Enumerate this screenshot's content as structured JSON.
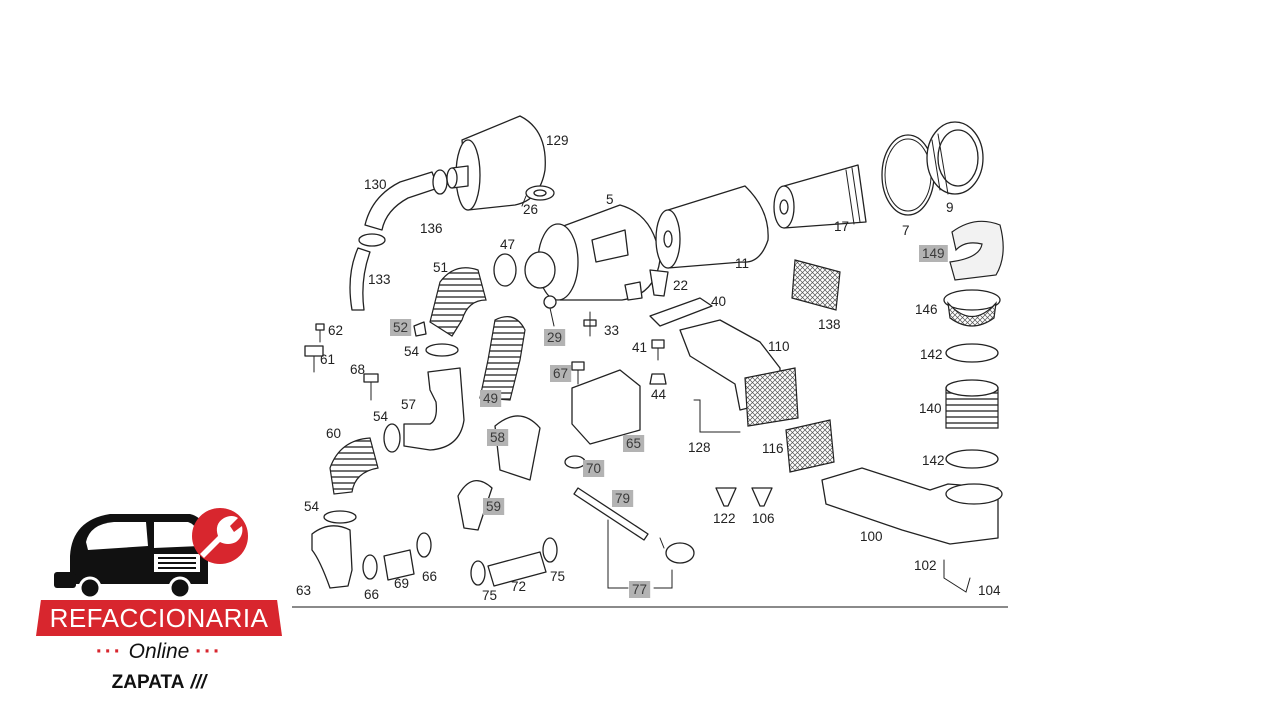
{
  "labels": [
    {
      "id": "129",
      "text": "129",
      "highlight": false
    },
    {
      "id": "130",
      "text": "130",
      "highlight": false
    },
    {
      "id": "136",
      "text": "136",
      "highlight": false
    },
    {
      "id": "26",
      "text": "26",
      "highlight": false
    },
    {
      "id": "5",
      "text": "5",
      "highlight": false
    },
    {
      "id": "11",
      "text": "11",
      "highlight": false
    },
    {
      "id": "17",
      "text": "17",
      "highlight": false
    },
    {
      "id": "7",
      "text": "7",
      "highlight": false
    },
    {
      "id": "9",
      "text": "9",
      "highlight": false
    },
    {
      "id": "149",
      "text": "149",
      "highlight": true
    },
    {
      "id": "133",
      "text": "133",
      "highlight": false
    },
    {
      "id": "47",
      "text": "47",
      "highlight": false
    },
    {
      "id": "51",
      "text": "51",
      "highlight": false
    },
    {
      "id": "22",
      "text": "22",
      "highlight": false
    },
    {
      "id": "40",
      "text": "40",
      "highlight": false
    },
    {
      "id": "138",
      "text": "138",
      "highlight": false
    },
    {
      "id": "146",
      "text": "146",
      "highlight": false
    },
    {
      "id": "62",
      "text": "62",
      "highlight": false
    },
    {
      "id": "52",
      "text": "52",
      "highlight": true
    },
    {
      "id": "29",
      "text": "29",
      "highlight": true
    },
    {
      "id": "33",
      "text": "33",
      "highlight": false
    },
    {
      "id": "61",
      "text": "61",
      "highlight": false
    },
    {
      "id": "54a",
      "text": "54",
      "highlight": false
    },
    {
      "id": "41",
      "text": "41",
      "highlight": false
    },
    {
      "id": "110",
      "text": "110",
      "highlight": false
    },
    {
      "id": "142a",
      "text": "142",
      "highlight": false
    },
    {
      "id": "68",
      "text": "68",
      "highlight": false
    },
    {
      "id": "67",
      "text": "67",
      "highlight": true
    },
    {
      "id": "44",
      "text": "44",
      "highlight": false
    },
    {
      "id": "57",
      "text": "57",
      "highlight": false
    },
    {
      "id": "49",
      "text": "49",
      "highlight": true
    },
    {
      "id": "140",
      "text": "140",
      "highlight": false
    },
    {
      "id": "54b",
      "text": "54",
      "highlight": false
    },
    {
      "id": "60",
      "text": "60",
      "highlight": false
    },
    {
      "id": "58",
      "text": "58",
      "highlight": true
    },
    {
      "id": "65",
      "text": "65",
      "highlight": true
    },
    {
      "id": "128",
      "text": "128",
      "highlight": false
    },
    {
      "id": "116",
      "text": "116",
      "highlight": false
    },
    {
      "id": "142b",
      "text": "142",
      "highlight": false
    },
    {
      "id": "70",
      "text": "70",
      "highlight": true
    },
    {
      "id": "79",
      "text": "79",
      "highlight": true
    },
    {
      "id": "54c",
      "text": "54",
      "highlight": false
    },
    {
      "id": "59",
      "text": "59",
      "highlight": true
    },
    {
      "id": "122",
      "text": "122",
      "highlight": false
    },
    {
      "id": "106",
      "text": "106",
      "highlight": false
    },
    {
      "id": "100",
      "text": "100",
      "highlight": false
    },
    {
      "id": "102",
      "text": "102",
      "highlight": false
    },
    {
      "id": "104",
      "text": "104",
      "highlight": false
    },
    {
      "id": "66a",
      "text": "66",
      "highlight": false
    },
    {
      "id": "69",
      "text": "69",
      "highlight": false
    },
    {
      "id": "66b",
      "text": "66",
      "highlight": false
    },
    {
      "id": "63",
      "text": "63",
      "highlight": false
    },
    {
      "id": "72",
      "text": "72",
      "highlight": false
    },
    {
      "id": "75a",
      "text": "75",
      "highlight": false
    },
    {
      "id": "75b",
      "text": "75",
      "highlight": false
    },
    {
      "id": "77",
      "text": "77",
      "highlight": true
    }
  ],
  "logo": {
    "banner": "REFACCIONARIA",
    "dots": "···",
    "online": "Online",
    "zapata": "ZAPATA",
    "slashes": "///"
  },
  "colors": {
    "brand_red": "#d8262e",
    "highlight_grey": "#b3b3b3",
    "line": "#222222"
  }
}
